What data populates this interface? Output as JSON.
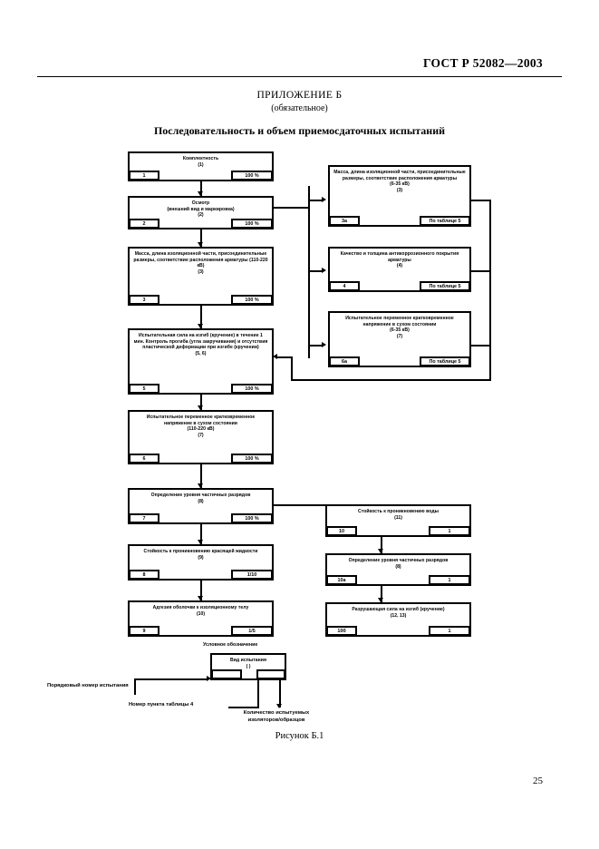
{
  "header": {
    "standard": "ГОСТ Р 52082—2003",
    "page_number": "25"
  },
  "titles": {
    "appendix": "ПРИЛОЖЕНИЕ Б",
    "appendix_sub": "(обязательное)",
    "main": "Последовательность и объем приемосдаточных испытаний",
    "figure_caption": "Рисунок Б.1"
  },
  "chart_data": {
    "type": "diagram",
    "title": "Последовательность и объем приемосдаточных испытаний",
    "main_column": [
      {
        "num": "1",
        "title": "Комплектность",
        "ref": "(1)",
        "qty": "100 %"
      },
      {
        "num": "2",
        "title": "Осмотр\n(внешний вид и маркировка)",
        "ref": "(2)",
        "qty": "100 %"
      },
      {
        "num": "3",
        "title": "Масса, длина изоляционной части, присоединительные размеры, соответствие расположения арматуры (110-220 кВ)",
        "ref": "(3)",
        "qty": "100 %"
      },
      {
        "num": "5",
        "title": "Испытательная сила на изгиб (кручение) в течение 1 мин. Контроль прогиба (угла закручивания) и отсутствия пластической деформации при изгибе (кручении)",
        "ref": "(5, 6)",
        "qty": "100 %"
      },
      {
        "num": "6",
        "title": "Испытательное переменное кратковременное напряжение в сухом состоянии\n(110-220 кВ)",
        "ref": "(7)",
        "qty": "100 %"
      },
      {
        "num": "7",
        "title": "Определение уровня частичных разрядов",
        "ref": "(8)",
        "qty": "100 %"
      },
      {
        "num": "8",
        "title": "Стойкость к проникновению красящей жидкости",
        "ref": "(9)",
        "qty": "1/10"
      },
      {
        "num": "9",
        "title": "Адгезия оболочки к изоляционному телу",
        "ref": "(10)",
        "qty": "1/5"
      }
    ],
    "right_column_upper": [
      {
        "num": "3а",
        "title": "Масса, длина изоляционной части, присоединительные размеры, соответствие расположения арматуры\n(6-35 кВ)",
        "ref": "(3)",
        "qty": "По таблице 5"
      },
      {
        "num": "4",
        "title": "Качество и толщина антикоррозионного покрытия арматуры",
        "ref": "(4)",
        "qty": "По таблице 5"
      },
      {
        "num": "6а",
        "title": "Испытательное переменное кратковременное напряжение в сухом состоянии\n(6-35 кВ)",
        "ref": "(7)",
        "qty": "По таблице 5"
      }
    ],
    "right_column_lower": [
      {
        "num": "10",
        "title": "Стойкость к проникновению воды",
        "ref": "(11)",
        "qty": "1"
      },
      {
        "num": "10а",
        "title": "Определение уровня частичных разрядов",
        "ref": "(8)",
        "qty": "1"
      },
      {
        "num": "10б",
        "title": "Разрушающая сила на изгиб (кручение)",
        "ref": "(12, 13)",
        "qty": "1"
      }
    ],
    "legend": {
      "caption": "Условное обозначение",
      "box_title": "Вид испытания",
      "box_ref": "( )",
      "label_left": "Порядковый номер испытания",
      "label_mid": "Номер пункта таблицы 4",
      "label_right": "Количество испытуемых изоляторов/образцов"
    }
  }
}
